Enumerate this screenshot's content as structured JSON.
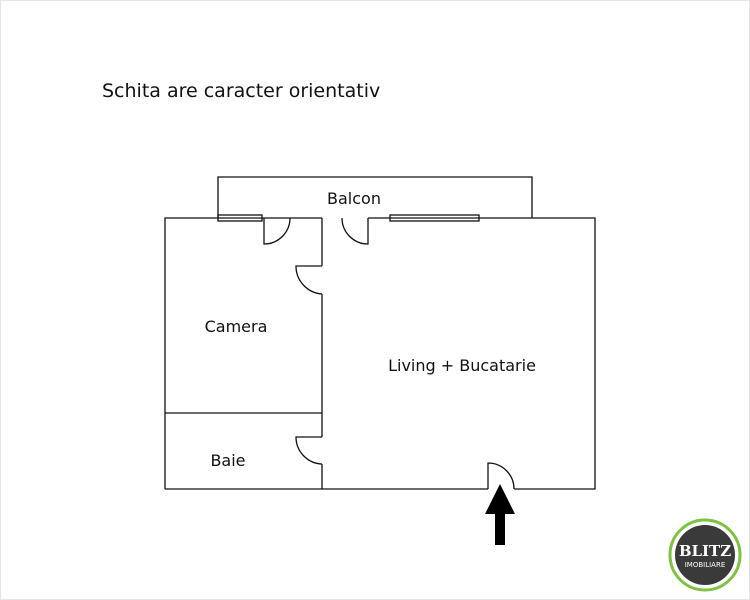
{
  "note": "Schita are caracter orientativ",
  "rooms": {
    "balcon": "Balcon",
    "camera": "Camera",
    "living": "Living + Bucatarie",
    "baie": "Baie"
  },
  "logo": {
    "line1": "BLITZ",
    "line2": "IMOBILIARE",
    "ring_color": "#7ec242",
    "disc_color": "#3a3a3a"
  }
}
